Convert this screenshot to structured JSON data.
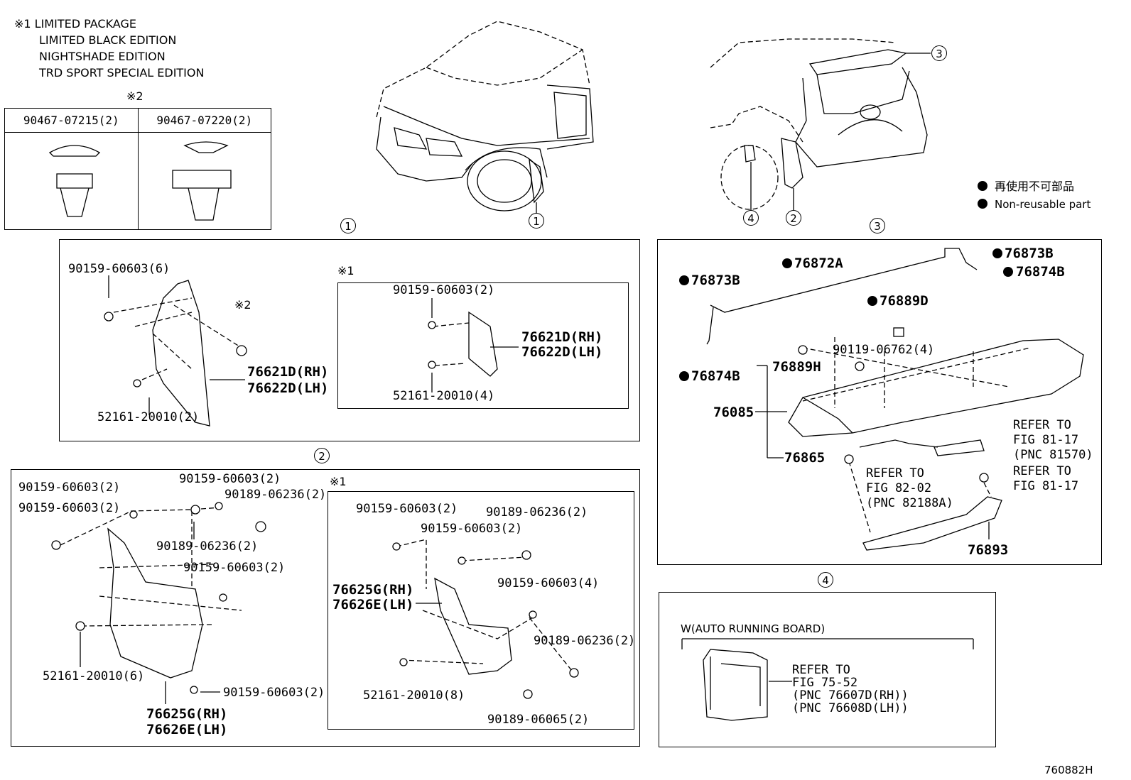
{
  "notes": {
    "note1_lines": [
      "※1 LIMITED PACKAGE",
      "LIMITED BLACK EDITION",
      "NIGHTSHADE EDITION",
      "TRD SPORT SPECIAL EDITION"
    ],
    "note2_mark": "※2",
    "clip_table": [
      "90467-07215(2)",
      "90467-07220(2)"
    ]
  },
  "legend": {
    "jp": "再使用不可部品",
    "en": "Non-reusable part"
  },
  "callouts": {
    "c1": "1",
    "c2": "2",
    "c3": "3",
    "c4": "4"
  },
  "sec1": {
    "main": {
      "bolt": "90159-60603(6)",
      "note2": "※2",
      "part_rh": "76621D(RH)",
      "part_lh": "76622D(LH)",
      "clip": "52161-20010(2)"
    },
    "inner": {
      "mark": "※1",
      "bolt": "90159-60603(2)",
      "part_rh": "76621D(RH)",
      "part_lh": "76622D(LH)",
      "clip": "52161-20010(4)"
    }
  },
  "sec2": {
    "main": {
      "a": "90159-60603(2)",
      "b": "90159-60603(2)",
      "c": "90159-60603(2)",
      "d": "90189-06236(2)",
      "e": "90189-06236(2)",
      "f": "90159-60603(2)",
      "g": "52161-20010(6)",
      "h": "90159-60603(2)",
      "part_rh": "76625G(RH)",
      "part_lh": "76626E(LH)"
    },
    "inner": {
      "mark": "※1",
      "a": "90159-60603(2)",
      "b": "90189-06236(2)",
      "c": "90159-60603(2)",
      "d": "90159-60603(4)",
      "e": "90189-06236(2)",
      "f": "52161-20010(8)",
      "g": "90189-06065(2)",
      "part_rh": "76625G(RH)",
      "part_lh": "76626E(LH)"
    }
  },
  "sec3": {
    "p76872a": "76872A",
    "p76873b_l": "76873B",
    "p76873b_r": "76873B",
    "p76874b_l": "76874B",
    "p76874b_r": "76874B",
    "p76889d": "76889D",
    "p90119": "90119-06762(4)",
    "p76889h": "76889H",
    "p76085": "76085",
    "p76865": "76865",
    "p76893": "76893",
    "ref1": [
      "REFER TO",
      "FIG 81-17",
      "(PNC 81570)"
    ],
    "ref2": [
      "REFER TO",
      "FIG 81-17"
    ],
    "ref3": [
      "REFER TO",
      "FIG 82-02",
      "(PNC 82188A)"
    ]
  },
  "sec4": {
    "header": "W(AUTO RUNNING BOARD)",
    "ref": [
      "REFER TO",
      "FIG 75-52",
      "(PNC 76607D(RH))",
      "(PNC 76608D(LH))"
    ]
  },
  "diagram_id": "760882H"
}
